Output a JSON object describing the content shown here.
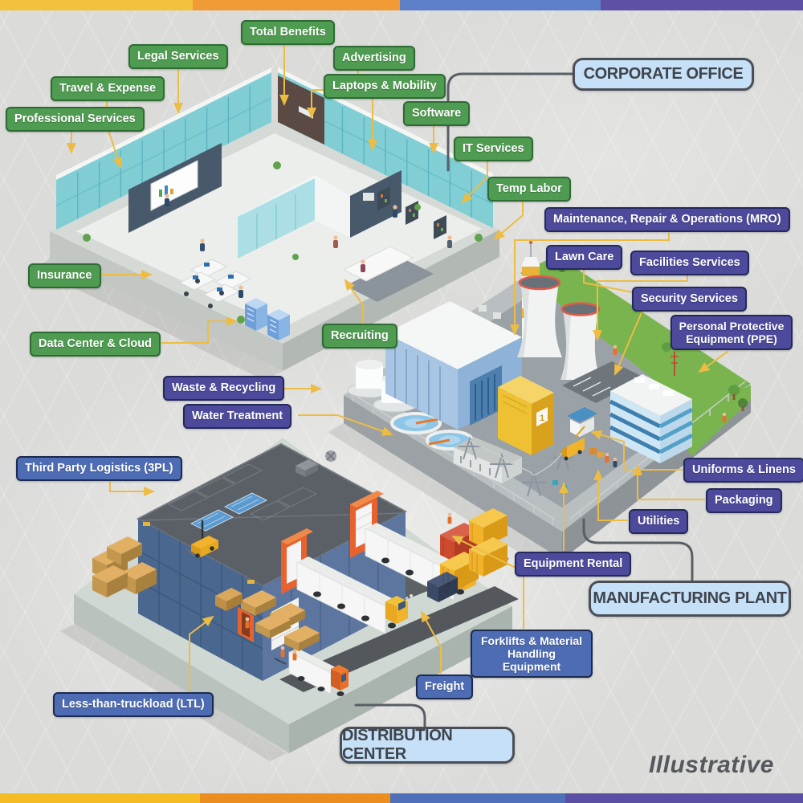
{
  "infographic": {
    "note": "Illustrative",
    "sections": [
      {
        "id": "corporate-office",
        "title": "CORPORATE OFFICE",
        "tag_color": "#4F9B51",
        "tags": [
          "Total Benefits",
          "Legal Services",
          "Advertising",
          "Travel & Expense",
          "Laptops & Mobility",
          "Professional Services",
          "Software",
          "IT Services",
          "Temp Labor",
          "Insurance",
          "Data Center & Cloud",
          "Recruiting"
        ]
      },
      {
        "id": "manufacturing-plant",
        "title": "MANUFACTURING PLANT",
        "tag_color": "#4D4A9C",
        "tags": [
          "Maintenance, Repair & Operations (MRO)",
          "Lawn Care",
          "Facilities Services",
          "Security Services",
          "Personal Protective Equipment (PPE)",
          "Waste & Recycling",
          "Water Treatment",
          "Uniforms & Linens",
          "Packaging",
          "Utilities",
          "Equipment Rental"
        ]
      },
      {
        "id": "distribution-center",
        "title": "DISTRIBUTION CENTER",
        "tag_color": "#4D6CB3",
        "tags": [
          "Third Party Logistics (3PL)",
          "Forklifts & Material Handling Equipment",
          "Freight",
          "Less-than-truckload (LTL)"
        ]
      }
    ],
    "decor": {
      "plant_unit_number": "1"
    },
    "colors": {
      "background": "#DBDBD9",
      "tag_text": "#FFFFFF",
      "title_fill": "#C6E1F7",
      "title_border": "#4A4F57",
      "title_text": "#3F444C",
      "connector_yellow": "#ECBC45",
      "connector_dark": "#5A5F66",
      "bar_colors": [
        "#F3C23D",
        "#F09B35",
        "#5C7FC8",
        "#5D50A5"
      ]
    }
  }
}
